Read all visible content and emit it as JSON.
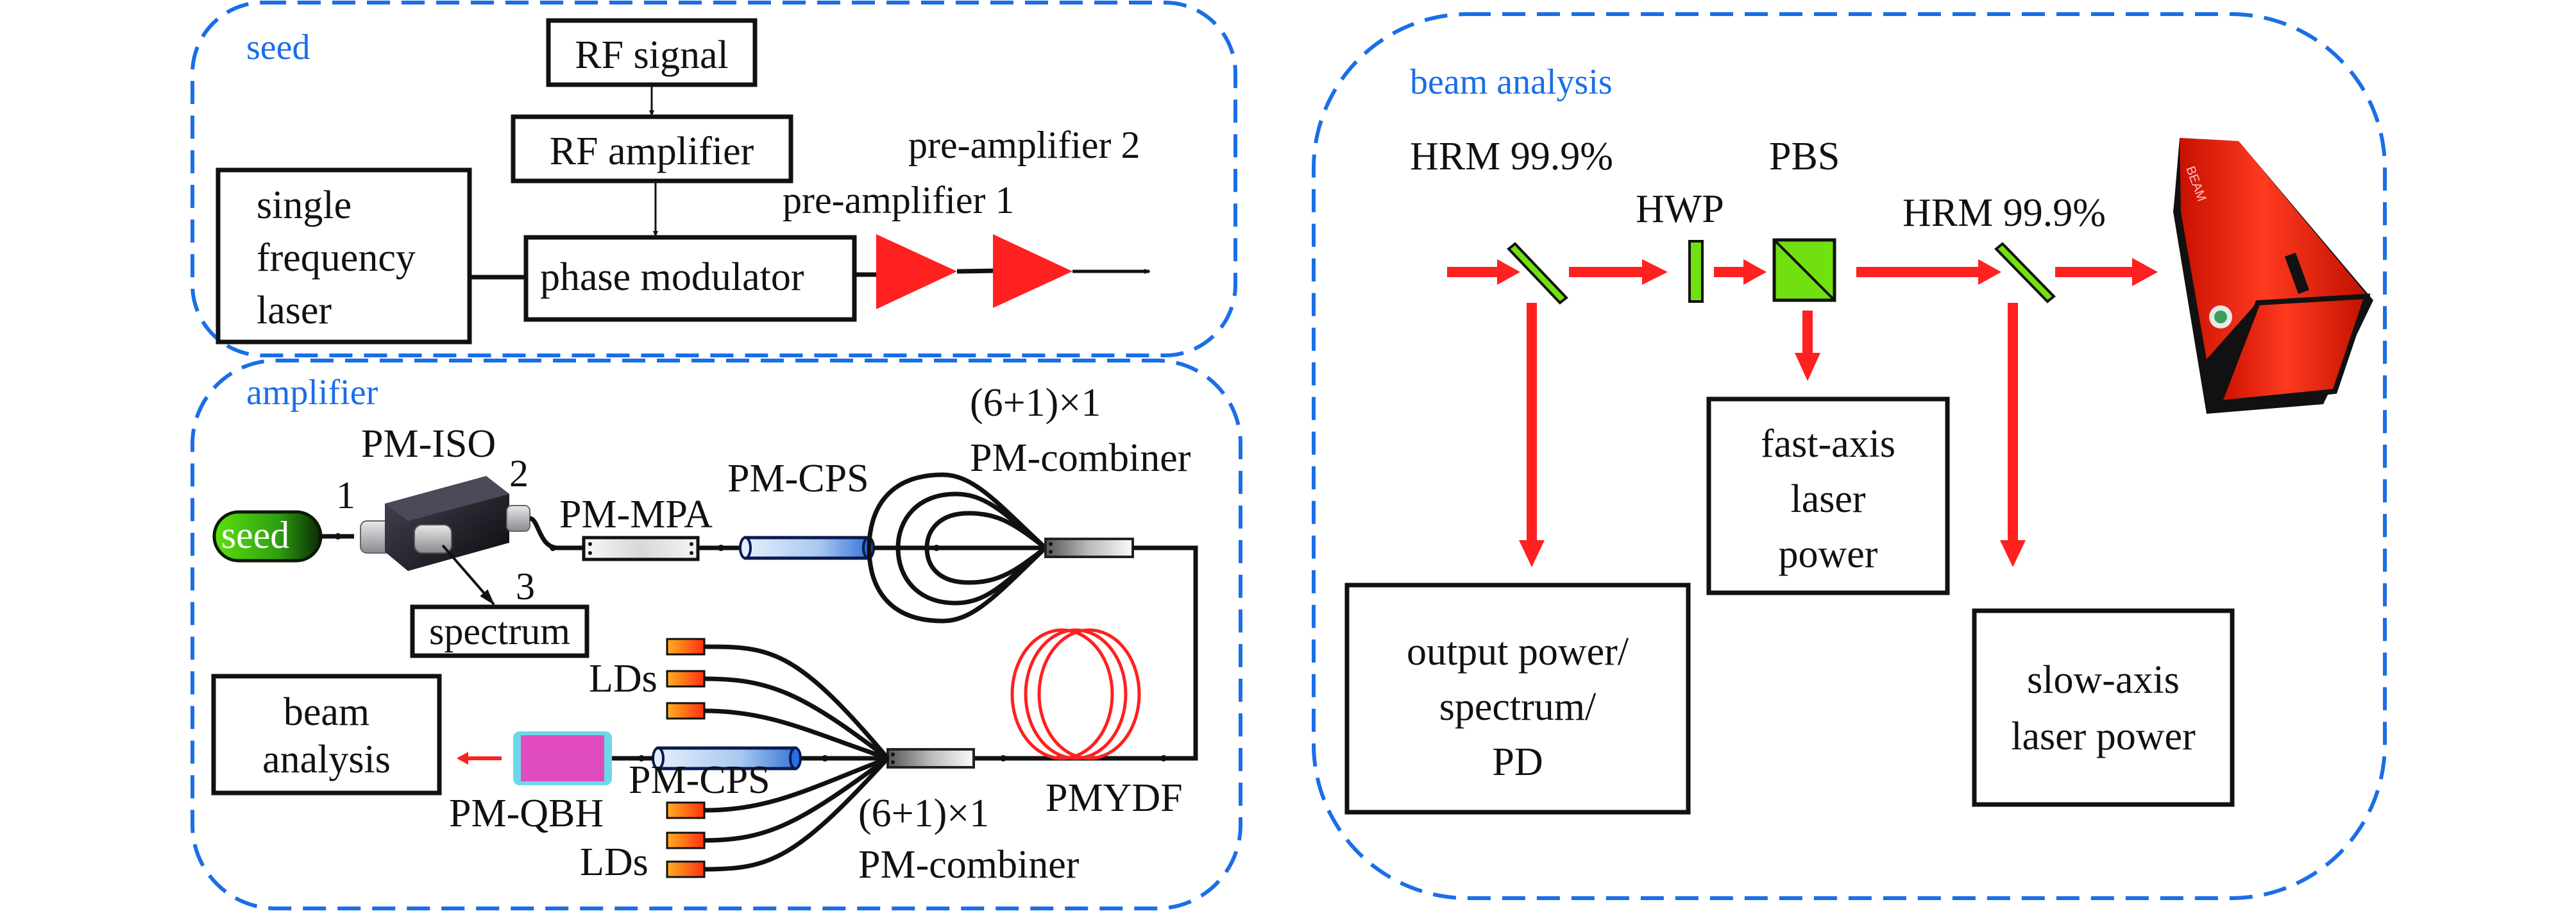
{
  "colors": {
    "panel_border": "#1a6ee8",
    "beam_red": "#ff2020",
    "optic_green": "#70e010",
    "amplifier_red": "#ff2020",
    "qbh_magenta": "#e04cc0",
    "qbh_rim": "#6ed8e8",
    "ld_orange": "#ff7a10",
    "seed_green": "#4ccc10",
    "fiber_coil_red": "#ff2020"
  },
  "panels": {
    "seed": {
      "title": "seed",
      "rf_signal": "RF signal",
      "rf_amplifier": "RF amplifier",
      "laser_lines": [
        "single",
        "frequency",
        "laser"
      ],
      "phase_modulator": "phase modulator",
      "pre_amplifier_1": "pre-amplifier 1",
      "pre_amplifier_2": "pre-amplifier 2"
    },
    "amplifier": {
      "title": "amplifier",
      "seed_capsule": "seed",
      "isolator": "PM-ISO",
      "port_1": "1",
      "port_2": "2",
      "port_3": "3",
      "spectrum": "spectrum",
      "mpa": "PM-MPA",
      "cps_upper": "PM-CPS",
      "combiner_upper_ratio": "(6+1)×1",
      "combiner_upper_name": "PM-combiner",
      "ydf": "PMYDF",
      "lds_upper": "LDs",
      "lds_lower": "LDs",
      "cps_lower": "PM-CPS",
      "combiner_lower_ratio": "(6+1)×1",
      "combiner_lower_name": "PM-combiner",
      "qbh": "PM-QBH",
      "beam_analysis_lines": [
        "beam",
        "analysis"
      ]
    },
    "beam_analysis": {
      "title": "beam analysis",
      "hrm_1": "HRM 99.9%",
      "hwp": "HWP",
      "pbs": "PBS",
      "hrm_2": "HRM 99.9%",
      "output_lines": [
        "output power/",
        "spectrum/",
        "PD"
      ],
      "fast_axis_lines": [
        "fast-axis",
        "laser",
        "power"
      ],
      "slow_axis_lines": [
        "slow-axis",
        "laser power"
      ],
      "profiler_brand": "BEAM"
    }
  }
}
